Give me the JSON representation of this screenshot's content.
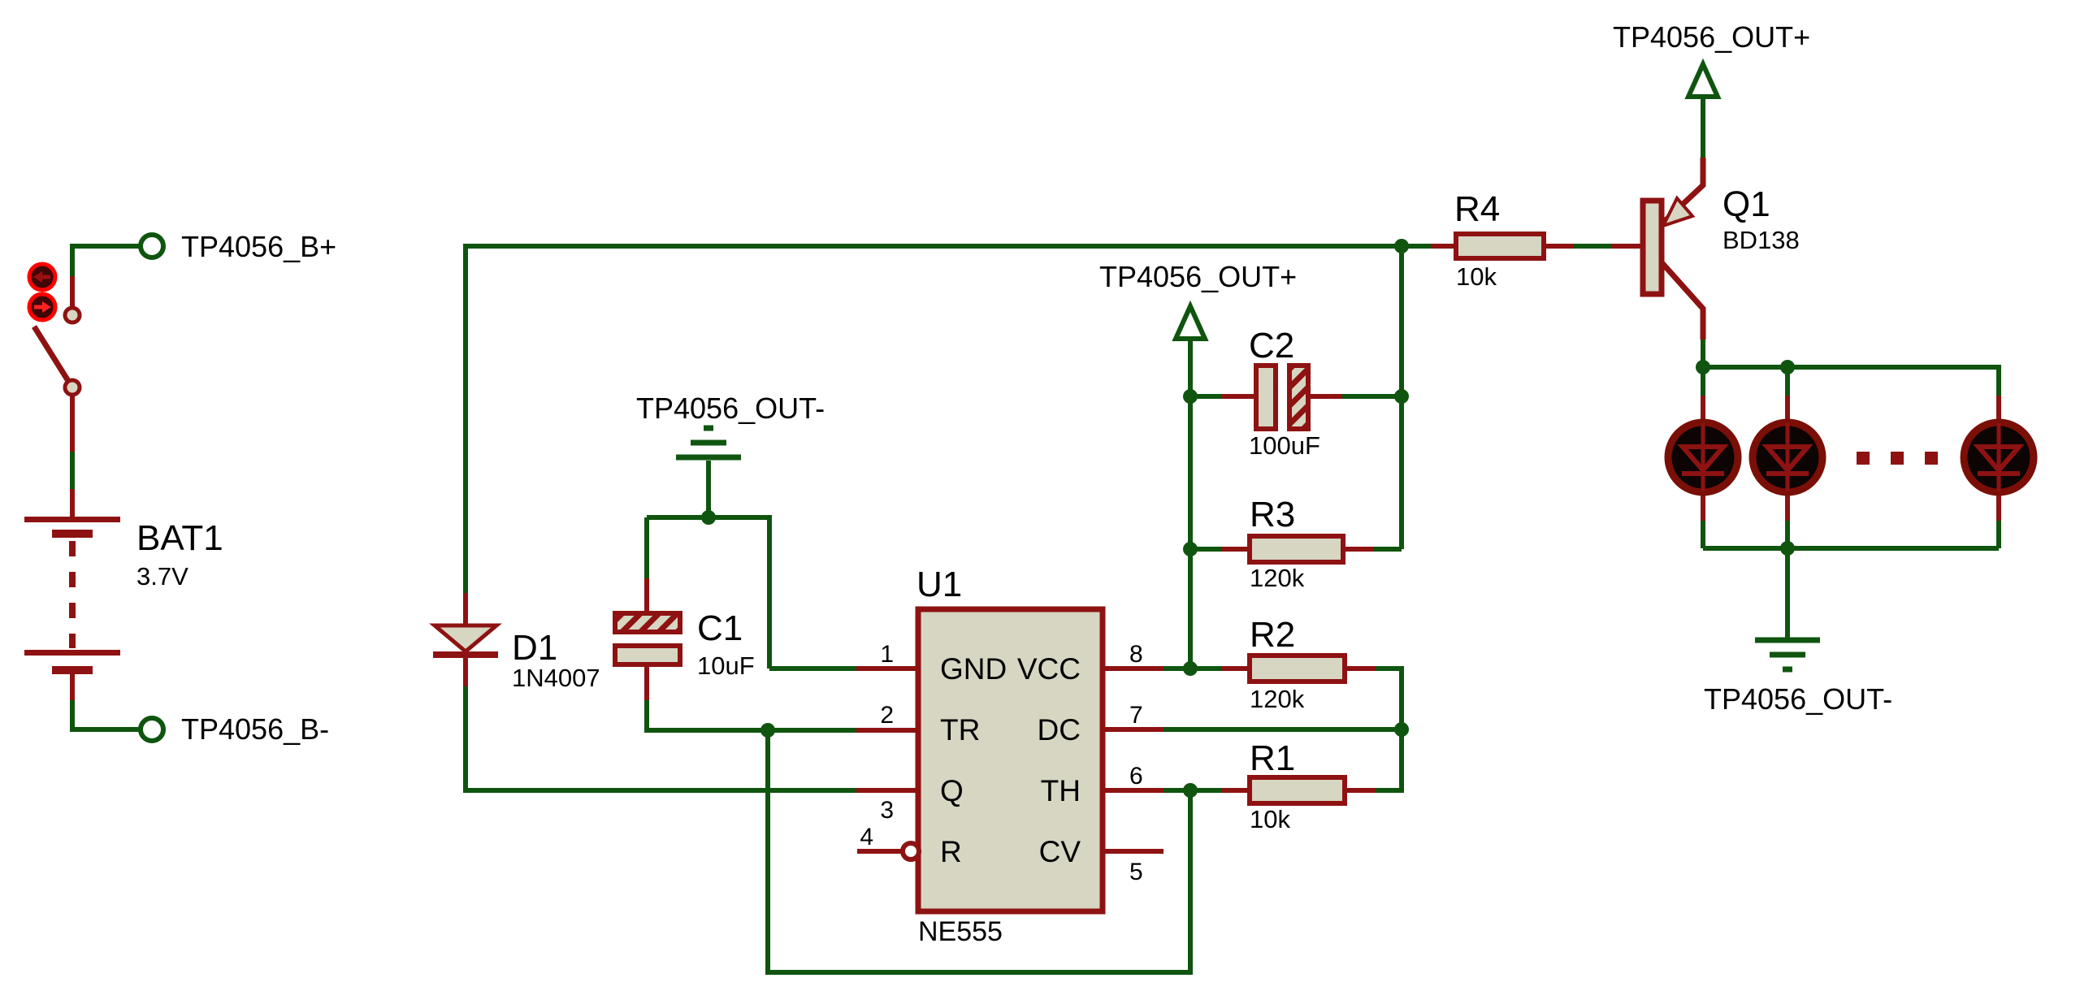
{
  "app": {
    "kind": "schematic-capture-canvas"
  },
  "colors": {
    "background": "#ffffff",
    "wire_green": "#0f550f",
    "component_red": "#8e1212",
    "body_fill": "#d6d6c2",
    "text": "#000000",
    "toggle_ring": "#ff0000",
    "toggle_fill": "#400505",
    "toggle_arrow_up": "#9c0f0f",
    "toggle_arrow_down": "#ff2222",
    "led_ring": "#7a0f08",
    "led_fill": "#0d0404"
  },
  "components": {
    "bat1": {
      "ref": "BAT1",
      "value": "3.7V"
    },
    "d1": {
      "ref": "D1",
      "value": "1N4007"
    },
    "c1": {
      "ref": "C1",
      "value": "10uF"
    },
    "c2": {
      "ref": "C2",
      "value": "100uF"
    },
    "r1": {
      "ref": "R1",
      "value": "10k"
    },
    "r2": {
      "ref": "R2",
      "value": "120k"
    },
    "r3": {
      "ref": "R3",
      "value": "120k"
    },
    "r4": {
      "ref": "R4",
      "value": "10k"
    },
    "q1": {
      "ref": "Q1",
      "value": "BD138"
    },
    "u1": {
      "ref": "U1",
      "value": "NE555",
      "pins_left": [
        {
          "num": "1",
          "name": "GND"
        },
        {
          "num": "2",
          "name": "TR"
        },
        {
          "num": "3",
          "name": "Q"
        },
        {
          "num": "4",
          "name": "R"
        }
      ],
      "pins_right": [
        {
          "num": "8",
          "name": "VCC"
        },
        {
          "num": "7",
          "name": "DC"
        },
        {
          "num": "6",
          "name": "TH"
        },
        {
          "num": "5",
          "name": "CV"
        }
      ]
    }
  },
  "net_labels": {
    "b_plus": "TP4056_B+",
    "b_minus": "TP4056_B-",
    "out_minus_mid": "TP4056_OUT-",
    "out_plus_mid": "TP4056_OUT+",
    "out_plus_right": "TP4056_OUT+",
    "out_minus_right": "TP4056_OUT-"
  }
}
